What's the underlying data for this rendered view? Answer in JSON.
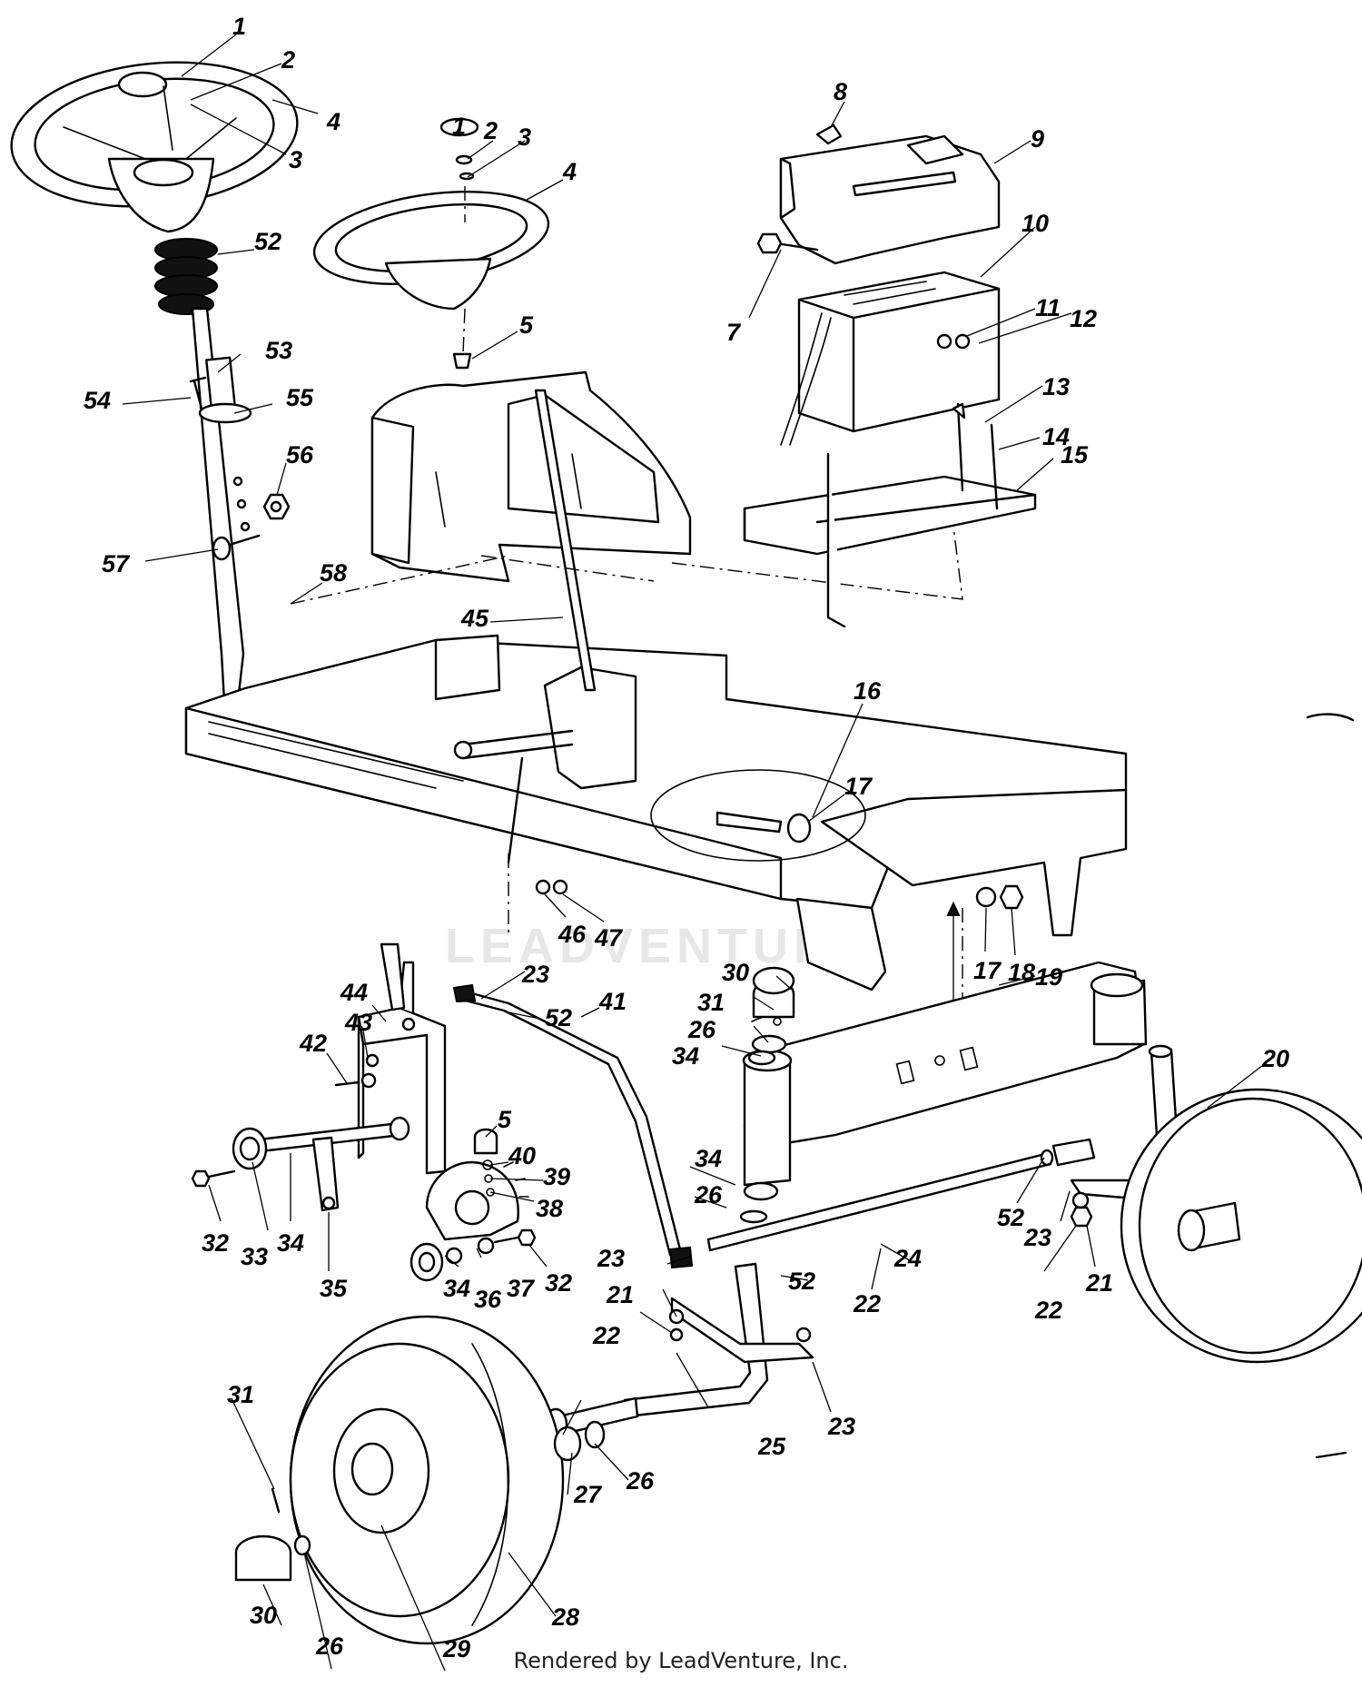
{
  "watermark": "LEADVENTURE",
  "footer": "Rendered by LeadVenture, Inc.",
  "callouts": [
    {
      "id": "c1a",
      "text": "1"
    },
    {
      "id": "c2a",
      "text": "2"
    },
    {
      "id": "c3a",
      "text": "3"
    },
    {
      "id": "c4a",
      "text": "4"
    },
    {
      "id": "c52a",
      "text": "52"
    },
    {
      "id": "c53",
      "text": "53"
    },
    {
      "id": "c54",
      "text": "54"
    },
    {
      "id": "c55",
      "text": "55"
    },
    {
      "id": "c56",
      "text": "56"
    },
    {
      "id": "c57",
      "text": "57"
    },
    {
      "id": "c58",
      "text": "58"
    },
    {
      "id": "c1b",
      "text": "1"
    },
    {
      "id": "c2b",
      "text": "2"
    },
    {
      "id": "c3b",
      "text": "3"
    },
    {
      "id": "c4b",
      "text": "4"
    },
    {
      "id": "c5a",
      "text": "5"
    },
    {
      "id": "c45",
      "text": "45"
    },
    {
      "id": "c8",
      "text": "8"
    },
    {
      "id": "c9",
      "text": "9"
    },
    {
      "id": "c10",
      "text": "10"
    },
    {
      "id": "c7",
      "text": "7"
    },
    {
      "id": "c11",
      "text": "11"
    },
    {
      "id": "c12",
      "text": "12"
    },
    {
      "id": "c13",
      "text": "13"
    },
    {
      "id": "c14",
      "text": "14"
    },
    {
      "id": "c15",
      "text": "15"
    },
    {
      "id": "c16",
      "text": "16"
    },
    {
      "id": "c17a",
      "text": "17"
    },
    {
      "id": "c17b",
      "text": "17"
    },
    {
      "id": "c18",
      "text": "18"
    },
    {
      "id": "c46",
      "text": "46"
    },
    {
      "id": "c47",
      "text": "47"
    },
    {
      "id": "c23a",
      "text": "23"
    },
    {
      "id": "c52b",
      "text": "52"
    },
    {
      "id": "c30a",
      "text": "30"
    },
    {
      "id": "c31a",
      "text": "31"
    },
    {
      "id": "c26a",
      "text": "26"
    },
    {
      "id": "c34a",
      "text": "34"
    },
    {
      "id": "c19",
      "text": "19"
    },
    {
      "id": "c20",
      "text": "20"
    },
    {
      "id": "c44",
      "text": "44"
    },
    {
      "id": "c43",
      "text": "43"
    },
    {
      "id": "c42",
      "text": "42"
    },
    {
      "id": "c41",
      "text": "41"
    },
    {
      "id": "c5b",
      "text": "5"
    },
    {
      "id": "c40",
      "text": "40"
    },
    {
      "id": "c39",
      "text": "39"
    },
    {
      "id": "c38",
      "text": "38"
    },
    {
      "id": "c34b",
      "text": "34"
    },
    {
      "id": "c26b",
      "text": "26"
    },
    {
      "id": "c32a",
      "text": "32"
    },
    {
      "id": "c33",
      "text": "33"
    },
    {
      "id": "c34c",
      "text": "34"
    },
    {
      "id": "c35",
      "text": "35"
    },
    {
      "id": "c34d",
      "text": "34"
    },
    {
      "id": "c36",
      "text": "36"
    },
    {
      "id": "c37",
      "text": "37"
    },
    {
      "id": "c32b",
      "text": "32"
    },
    {
      "id": "c23b",
      "text": "23"
    },
    {
      "id": "c52c",
      "text": "52"
    },
    {
      "id": "c24",
      "text": "24"
    },
    {
      "id": "c52d",
      "text": "52"
    },
    {
      "id": "c23c",
      "text": "23"
    },
    {
      "id": "c22a",
      "text": "22"
    },
    {
      "id": "c21a",
      "text": "21"
    },
    {
      "id": "c21b",
      "text": "21"
    },
    {
      "id": "c22b",
      "text": "22"
    },
    {
      "id": "c22c",
      "text": "22"
    },
    {
      "id": "c23d",
      "text": "23"
    },
    {
      "id": "c25",
      "text": "25"
    },
    {
      "id": "c31b",
      "text": "31"
    },
    {
      "id": "c27",
      "text": "27"
    },
    {
      "id": "c26c",
      "text": "26"
    },
    {
      "id": "c30b",
      "text": "30"
    },
    {
      "id": "c26d",
      "text": "26"
    },
    {
      "id": "c29",
      "text": "29"
    },
    {
      "id": "c28",
      "text": "28"
    }
  ]
}
